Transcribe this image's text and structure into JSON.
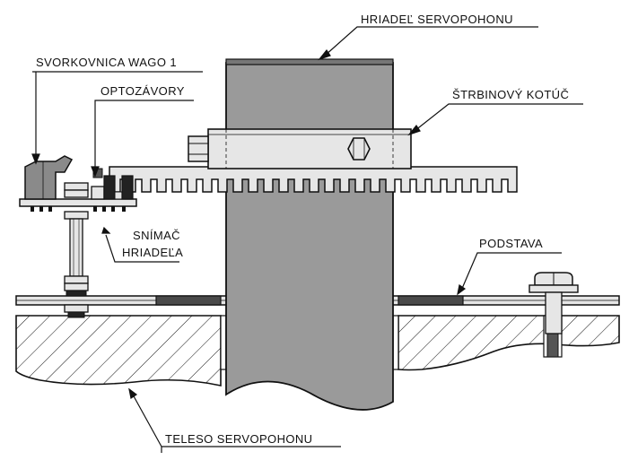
{
  "labels": {
    "shaft": "HRIADEĽ  SERVOPOHONU",
    "terminal_block": "SVORKOVNICA  WAGO 1",
    "optical_gates": "OPTOZÁVORY",
    "slotted_disc": "ŠTRBINOVÝ KOTÚČ",
    "sensor_line1": "SNÍMAČ",
    "sensor_line2": "HRIADEĽA",
    "base": "PODSTAVA",
    "body": "TELESO  SERVOPOHONU"
  },
  "colors": {
    "shaft": "#9a9a9a",
    "ink": "#111111",
    "gasket": "#4a4a4a",
    "light_part": "#e6e6e6",
    "hatch_fill": "#ffffff"
  }
}
